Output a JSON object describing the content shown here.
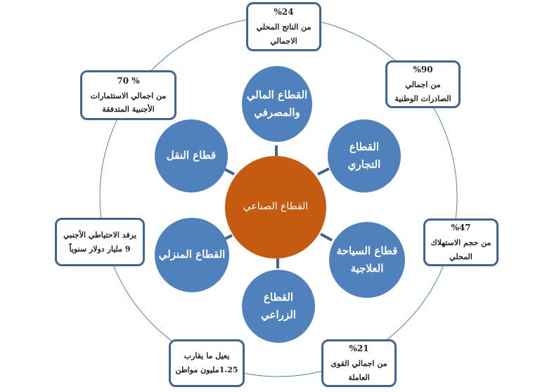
{
  "center": {
    "label": "القطاع الصناعي"
  },
  "sectors": [
    {
      "line1": "القطاع المالي",
      "line2": "والمصرفي"
    },
    {
      "line1": "القطاع",
      "line2": "التجاري"
    },
    {
      "line1": "قطاع السياحة",
      "line2": "العلاجية"
    },
    {
      "line1": "القطاع",
      "line2": "الزراعي"
    },
    {
      "line1": "القطاع المنزلي",
      "line2": ""
    },
    {
      "line1": "قطاع النقل",
      "line2": ""
    }
  ],
  "facts": [
    {
      "pct": "%24",
      "line1": "من الناتج المحلي",
      "line2": "الاجمالي"
    },
    {
      "pct": "%90",
      "line1": "من اجمالي",
      "line2": "الصادرات الوطنية"
    },
    {
      "pct": "%47",
      "line1": "من حجم الاستهلاك",
      "line2": "المحلي"
    },
    {
      "pct": "%21",
      "line1": "من اجمالي القوى",
      "line2": "العاملة"
    },
    {
      "pct": "",
      "line1": "يعيل ما يقارب",
      "line2": "1.25مليون مواطن"
    },
    {
      "pct": "",
      "line1": "يرفد الاحتياطي الأجنبي",
      "line2": "9 مليار دولار سنوياً"
    },
    {
      "pct": "% 70",
      "line1": "من اجمالي الاستثمارات",
      "line2": "الأجنبية المتدفقة"
    }
  ],
  "colors": {
    "sector": "#4f81bd",
    "center": "#c55a11",
    "box_border": "#3f6592",
    "ring": "#4f81bd"
  }
}
